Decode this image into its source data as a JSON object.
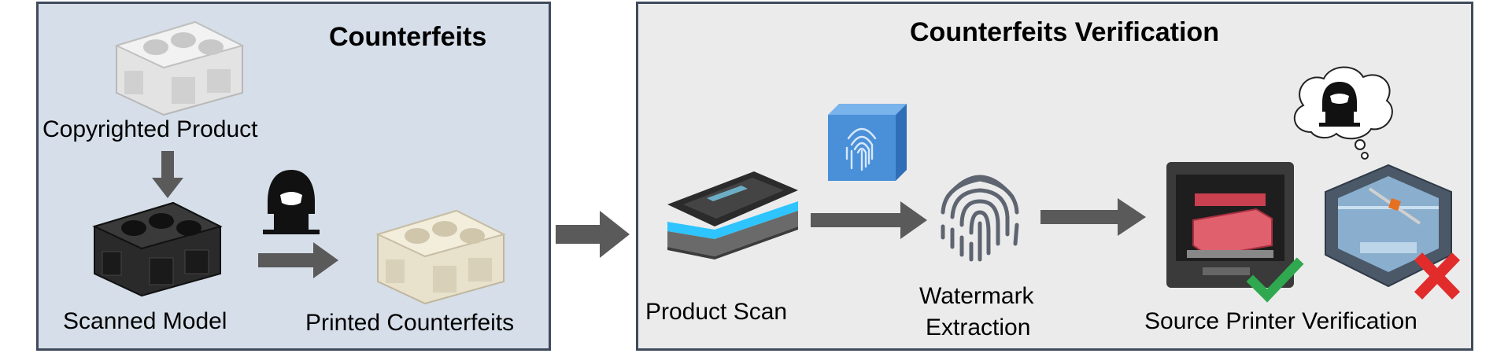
{
  "left_panel": {
    "title": "Counterfeits",
    "labels": {
      "copyrighted_product": "Copyrighted Product",
      "scanned_model": "Scanned Model",
      "printed_counterfeits": "Printed Counterfeits"
    }
  },
  "right_panel": {
    "title": "Counterfeits Verification",
    "labels": {
      "product_scan": "Product Scan",
      "watermark_line1": "Watermark",
      "watermark_line2": "Extraction",
      "source_printer_verification": "Source Printer Verification"
    }
  },
  "colors": {
    "left_bg": "#d6dee9",
    "right_bg": "#ebebeb",
    "border": "#3f4a5c",
    "arrow": "#5a5a5a",
    "check": "#2fa84f",
    "cross": "#e22b2b",
    "scanner_glow": "#2ec4ff",
    "cube": "#4a90d9"
  },
  "icons": [
    "engine-block-icon",
    "hacker-icon",
    "scanner-icon",
    "fingerprint-icon",
    "fingerprint-cube-icon",
    "3d-printer-icon",
    "check-icon",
    "cross-icon",
    "thought-cloud-icon"
  ]
}
